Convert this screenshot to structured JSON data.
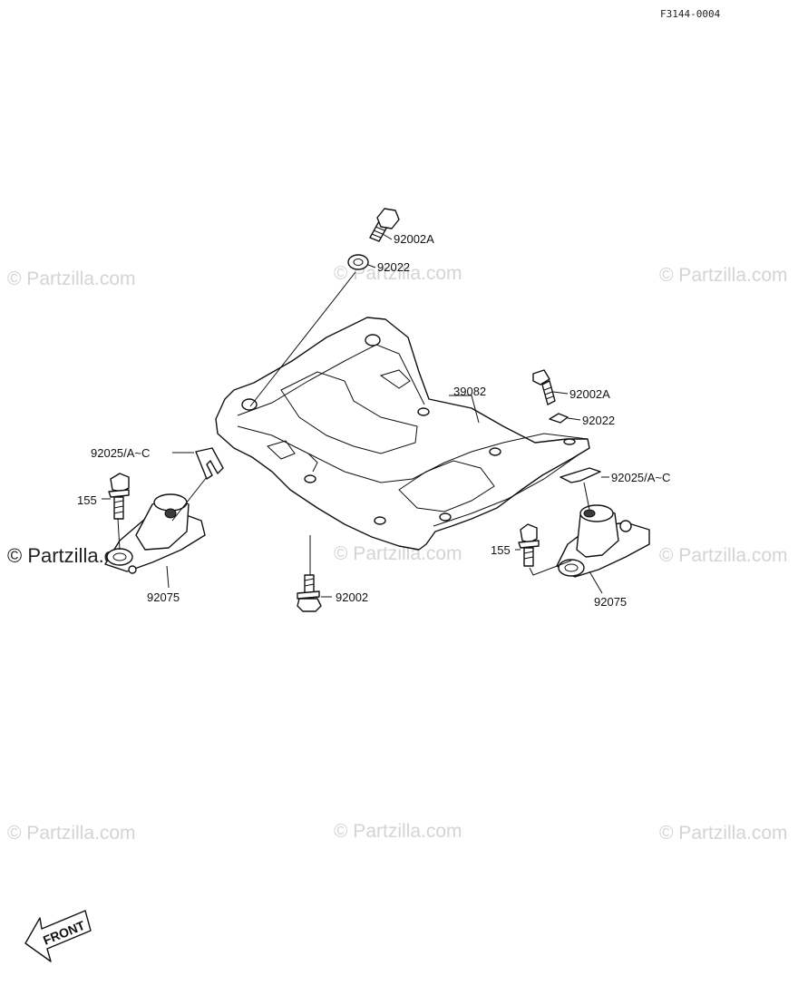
{
  "diagram_code": "F3144-0004",
  "watermark_text": "© Partzilla.com",
  "front_label": "FRONT",
  "parts": {
    "bolt_top": "92002A",
    "washer_top": "92022",
    "plate": "39082",
    "bolt_right": "92002A",
    "washer_right": "92022",
    "shim_left": "92025/A~C",
    "shim_right": "92025/A~C",
    "bolt_155_left": "155",
    "bolt_155_right": "155",
    "mount_left": "92075",
    "mount_right": "92075",
    "bolt_bottom": "92002"
  }
}
